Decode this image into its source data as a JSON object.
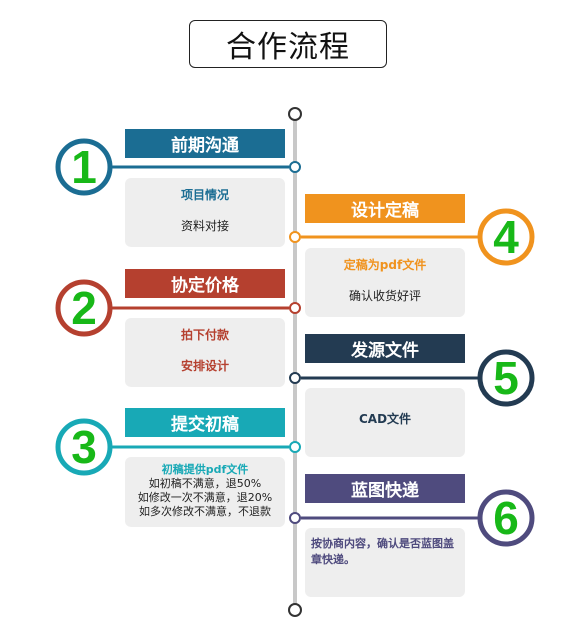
{
  "title": "合作流程",
  "colors": {
    "step1": "#1b6d93",
    "step2": "#b5402f",
    "step3": "#18a9b6",
    "step4": "#f0931e",
    "step5": "#233b52",
    "step6": "#4f4b7e",
    "number": "#18b818",
    "card": "#eeeeee",
    "spine": "#c8c8c8"
  },
  "steps": [
    {
      "num": "1",
      "title": "前期沟通",
      "highlight": "项目情况",
      "lines": [
        "资料对接"
      ]
    },
    {
      "num": "2",
      "title": "协定价格",
      "highlight": "拍下付款",
      "lines": [
        "安排设计"
      ]
    },
    {
      "num": "3",
      "title": "提交初稿",
      "highlight": "初稿提供pdf文件",
      "lines": [
        "如初稿不满意，退50%",
        "如修改一次不满意，退20%",
        "如多次修改不满意，不退款"
      ]
    },
    {
      "num": "4",
      "title": "设计定稿",
      "highlight": "定稿为pdf文件",
      "lines": [
        "确认收货好评"
      ]
    },
    {
      "num": "5",
      "title": "发源文件",
      "highlight": "CAD文件",
      "lines": []
    },
    {
      "num": "6",
      "title": "蓝图快递",
      "highlight": "",
      "lines": [
        "按协商内容，确认是否蓝图盖章快递。"
      ]
    }
  ]
}
